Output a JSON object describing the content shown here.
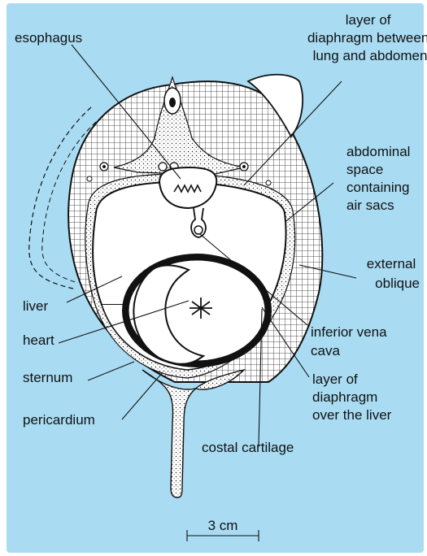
{
  "colors": {
    "background": "#a9dcf3",
    "drawing_fill": "#ffffff",
    "ink": "#111111"
  },
  "labels": {
    "esophagus": "esophagus",
    "diaphragm_lung_abdomen": [
      "layer of",
      "diaphragm between",
      "lung and abdomen"
    ],
    "abdominal_space": [
      "abdominal",
      "space",
      "containing",
      "air sacs"
    ],
    "external_oblique": [
      "external",
      "oblique"
    ],
    "liver": "liver",
    "heart": "heart",
    "inferior_vena_cava": [
      "inferior vena",
      "cava"
    ],
    "sternum": "sternum",
    "diaphragm_over_liver": [
      "layer of",
      "diaphragm",
      "over the liver"
    ],
    "pericardium": "pericardium",
    "costal_cartilage": "costal cartilage",
    "scale": "3 cm"
  }
}
